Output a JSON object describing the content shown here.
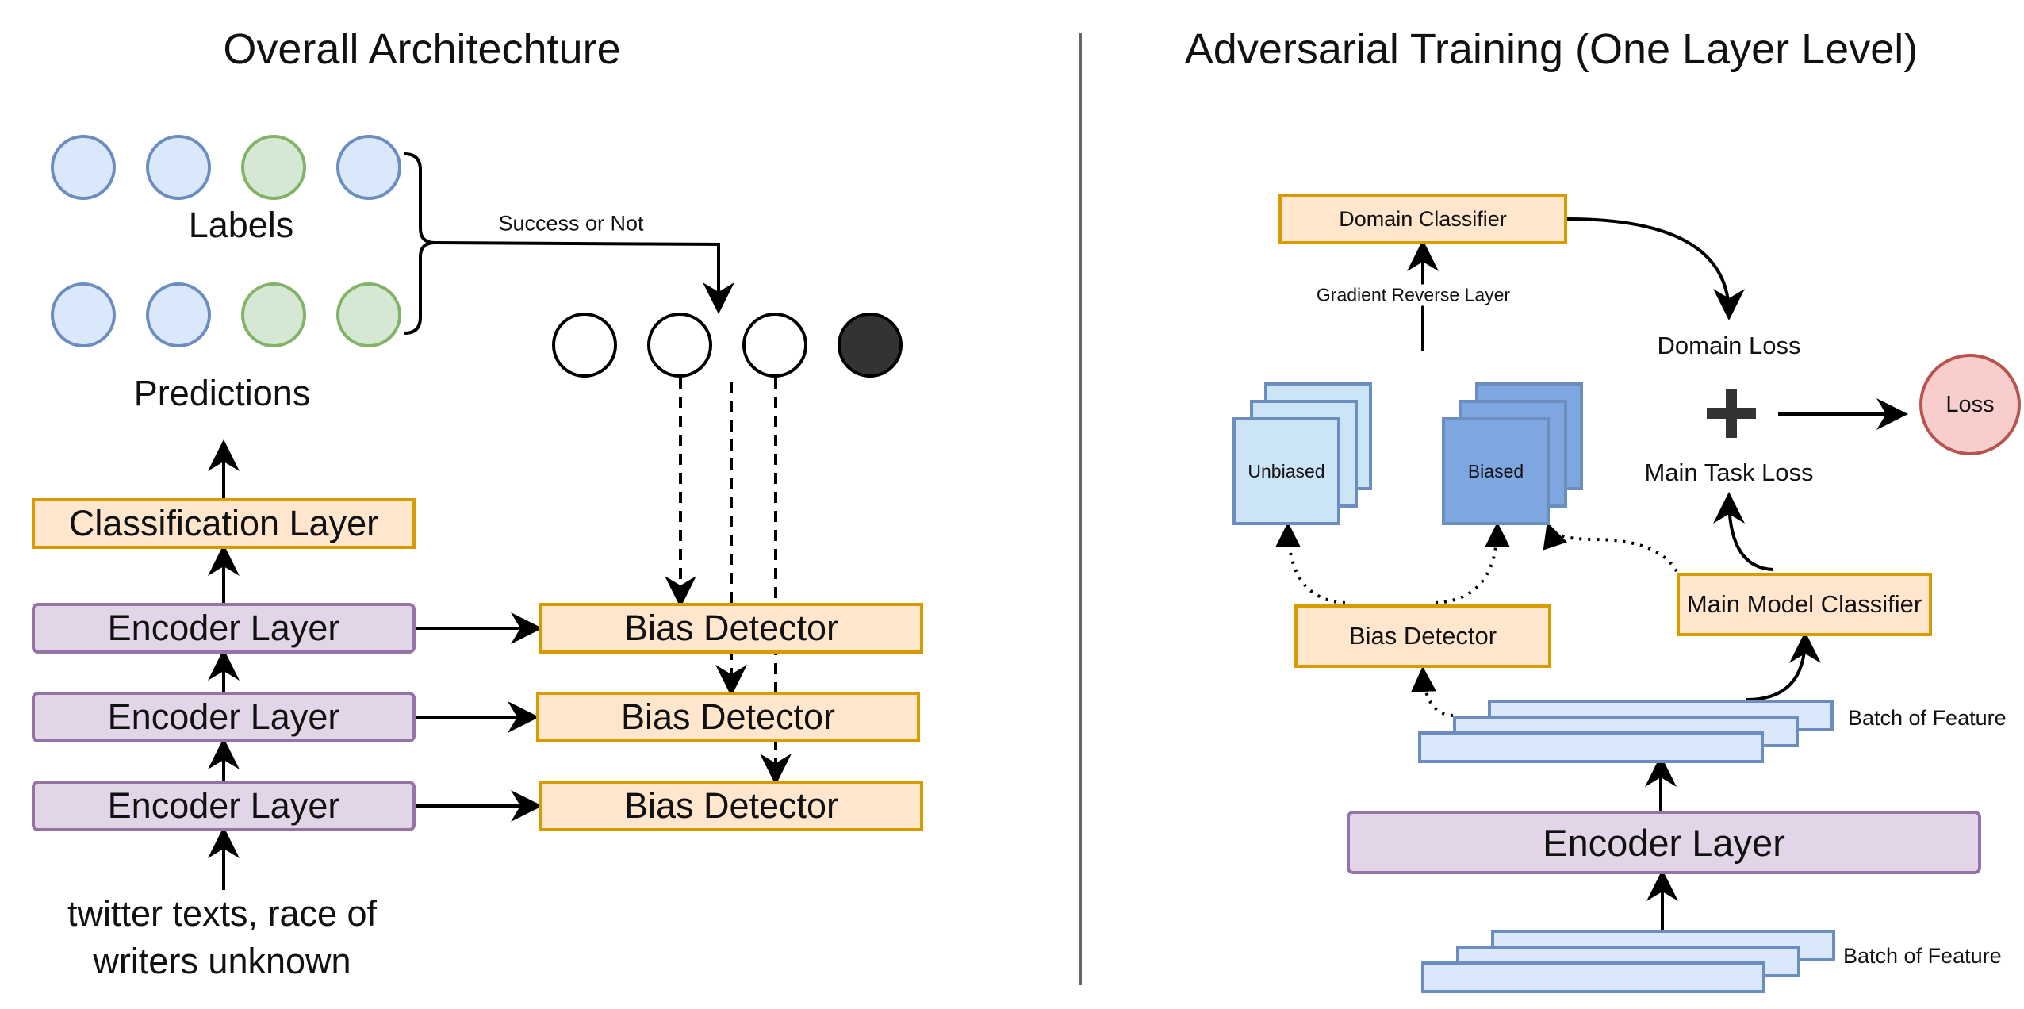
{
  "left": {
    "title": "Overall Architechture",
    "labels_caption": "Labels",
    "predictions_caption": "Predictions",
    "success_caption": "Success or Not",
    "classification_layer": "Classification Layer",
    "encoder_layers": [
      "Encoder Layer",
      "Encoder Layer",
      "Encoder Layer"
    ],
    "bias_detectors": [
      "Bias Detector",
      "Bias Detector",
      "Bias Detector"
    ],
    "input_text_line1": "twitter texts, race of",
    "input_text_line2": "writers unknown",
    "label_circles": [
      "blue",
      "blue",
      "green",
      "blue"
    ],
    "prediction_circles": [
      "blue",
      "blue",
      "green",
      "green"
    ],
    "outcome_circles": [
      "white",
      "white",
      "white",
      "black"
    ]
  },
  "right": {
    "title": "Adversarial Training (One Layer Level)",
    "domain_classifier": "Domain Classifier",
    "gradient_reverse": "Gradient Reverse Layer",
    "domain_loss": "Domain Loss",
    "plus": "+",
    "main_task_loss": "Main Task Loss",
    "loss": "Loss",
    "unbiased": "Unbiased",
    "biased": "Biased",
    "bias_detector": "Bias Detector",
    "main_model_classifier": "Main Model Classifier",
    "batch_feature_top": "Batch of Feature",
    "batch_feature_bottom": "Batch of Feature",
    "encoder_layer": "Encoder Layer"
  },
  "colors": {
    "blue_fill": "#dae8fc",
    "blue_stroke": "#6c8ebf",
    "green_fill": "#d5e8d4",
    "green_stroke": "#82b366",
    "orange_fill": "#ffe6cc",
    "orange_stroke": "#d79b00",
    "purple_fill": "#e1d5e7",
    "purple_stroke": "#9673a6",
    "loss_fill": "#f8cecc",
    "loss_stroke": "#b85450",
    "biased_fill": "#7ea6e0",
    "unbiased_fill": "#cce5f6"
  }
}
